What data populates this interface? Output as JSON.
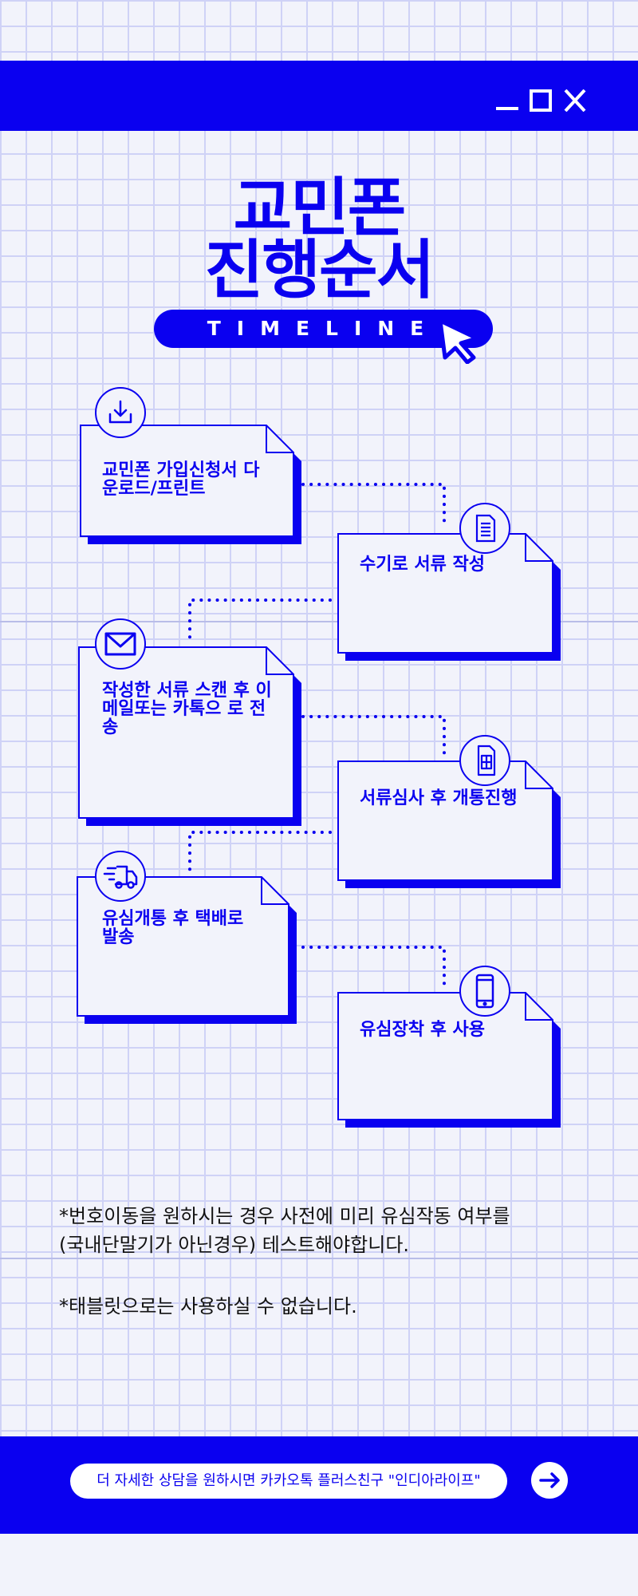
{
  "window_controls": {
    "minimize": "minimize-icon",
    "maximize": "maximize-icon",
    "close": "close-icon"
  },
  "title": {
    "line1": "교민폰",
    "line2": "진행순서",
    "badge": "TIMELINE"
  },
  "steps": [
    {
      "label": "교민폰 가입신청서 다운로드/프린트",
      "icon": "download-icon"
    },
    {
      "label": "수기로 서류 작성",
      "icon": "document-icon"
    },
    {
      "label": "작성한 서류 스캔 후 이메일또는 카톡으 로 전송",
      "icon": "envelope-icon"
    },
    {
      "label": "서류심사 후 개통진행",
      "icon": "sim-card-icon"
    },
    {
      "label": "유심개통 후 택배로 발송",
      "icon": "truck-icon"
    },
    {
      "label": "유심장착 후 사용",
      "icon": "smartphone-icon"
    }
  ],
  "notes": {
    "number_transfer": "*번호이동을 원하시는 경우 사전에 미리 유심작동 여부를 (국내단말기가 아닌경우) 테스트해야합니다.",
    "tablet": "*태블릿으로는 사용하실 수 없습니다."
  },
  "footer": {
    "cta_label": "더 자세한 상담을 원하시면 카카오톡 플러스친구 \"인디아라이프\"",
    "arrow_icon": "arrow-right-icon"
  },
  "colors": {
    "accent": "#0a00f0",
    "background": "#f2f3fb",
    "grid": "#cfd2f6"
  }
}
